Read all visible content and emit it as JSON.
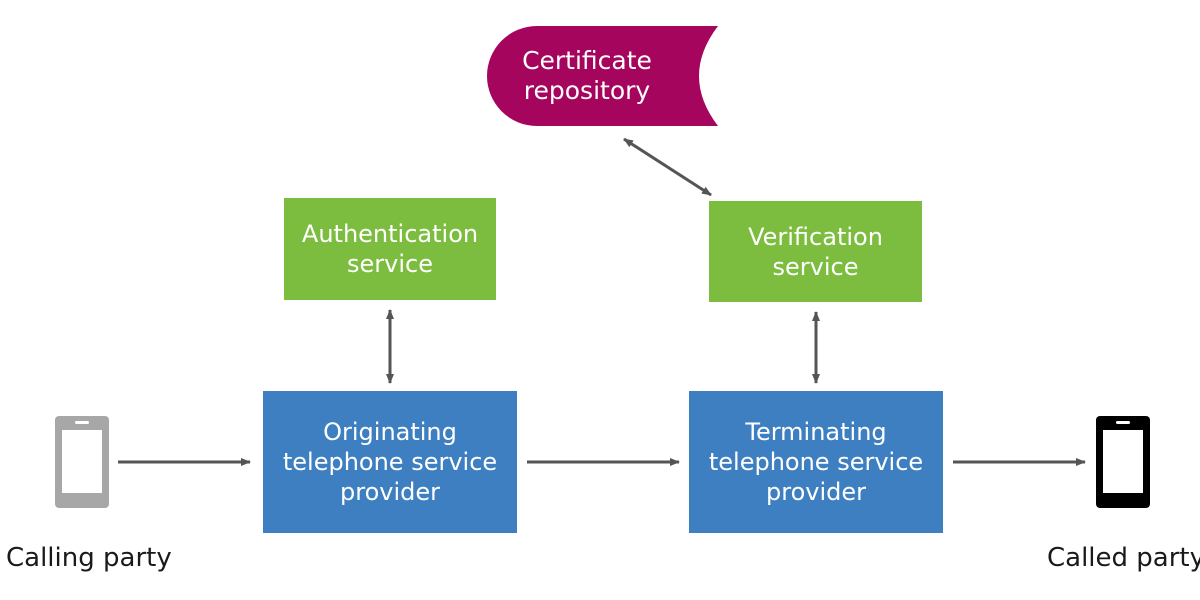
{
  "certificate_repository": {
    "label": "Certificate\nrepository"
  },
  "authentication_service": {
    "label": "Authentication\nservice"
  },
  "verification_service": {
    "label": "Verification\nservice"
  },
  "originating_provider": {
    "label": "Originating\ntelephone service\nprovider"
  },
  "terminating_provider": {
    "label": "Terminating\ntelephone service\nprovider"
  },
  "calling_party": {
    "label": "Calling party",
    "phone_icon": "phone-icon-gray"
  },
  "called_party": {
    "label": "Called party",
    "phone_icon": "phone-icon-black"
  },
  "colors": {
    "repository": "#a6055d",
    "service": "#7cbd3f",
    "provider": "#3e7fc1",
    "arrow": "#555555",
    "calling_phone": "#a7a7a7",
    "called_phone": "#000000"
  }
}
